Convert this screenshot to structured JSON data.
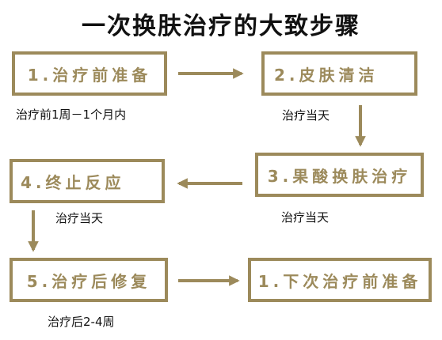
{
  "title": "一次换肤治疗的大致步骤",
  "colors": {
    "accent": "#9c8a5b",
    "text": "#111111"
  },
  "steps": [
    {
      "label": "1.治疗前准备",
      "note": "治疗前1周－1个月内"
    },
    {
      "label": "2.皮肤清洁",
      "note": "治疗当天"
    },
    {
      "label": "3.果酸换肤治疗",
      "note": "治疗当天"
    },
    {
      "label": "4.终止反应",
      "note": "治疗当天"
    },
    {
      "label": "5.治疗后修复",
      "note": "治疗后2-4周"
    },
    {
      "label": "1.下次治疗前准备",
      "note": ""
    }
  ]
}
